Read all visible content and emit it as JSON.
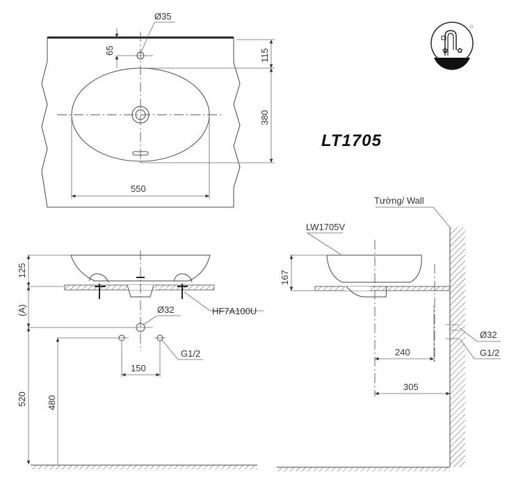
{
  "model_title": "LT1705",
  "top_view": {
    "faucet_hole_diameter": "Ø35",
    "faucet_offset": "65",
    "edge_to_basin": "115",
    "basin_depth": "380",
    "basin_width": "550"
  },
  "front_view": {
    "basin_height": "125",
    "counter_to_outlet": "(A)",
    "drain_diameter": "Ø32",
    "bracket_part": "HF7A100U",
    "supply_thread": "G1/2",
    "supply_spacing": "150",
    "floor_to_drain": "520",
    "floor_to_supply": "480"
  },
  "side_view": {
    "wall_label": "Tường/ Wall",
    "basin_model": "LW1705V",
    "basin_height": "167",
    "drain_diameter": "Ø32",
    "supply_thread": "G1/2",
    "center_to_drain_outlet": "240",
    "center_to_wall": "305"
  },
  "icons": {
    "installation_type": "vessel-sink-countertop-icon"
  }
}
